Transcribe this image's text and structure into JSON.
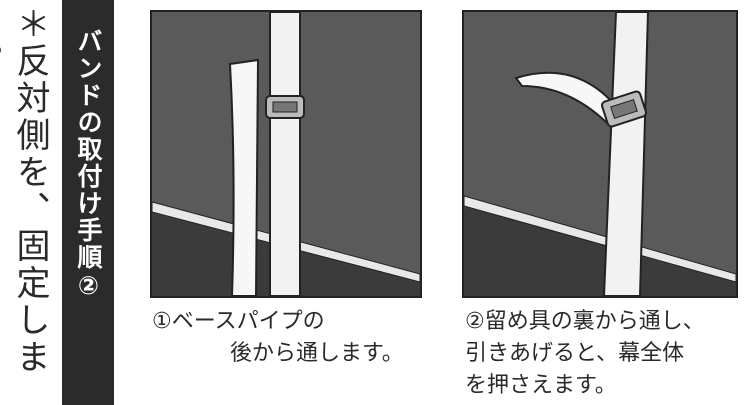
{
  "side_note": "＊反対側を、固定します。",
  "band_title": "バンドの取付け手順②",
  "steps": [
    {
      "line1": "①ベースパイプの",
      "line2": "後から通します。"
    },
    {
      "line1": "②留め具の裏から通し、",
      "line2": "引きあげると、幕全体",
      "line3": "を押さえます。"
    }
  ],
  "colors": {
    "band": "#2b2b2b",
    "wall": "#555555",
    "strap": "#f2f2f2"
  }
}
